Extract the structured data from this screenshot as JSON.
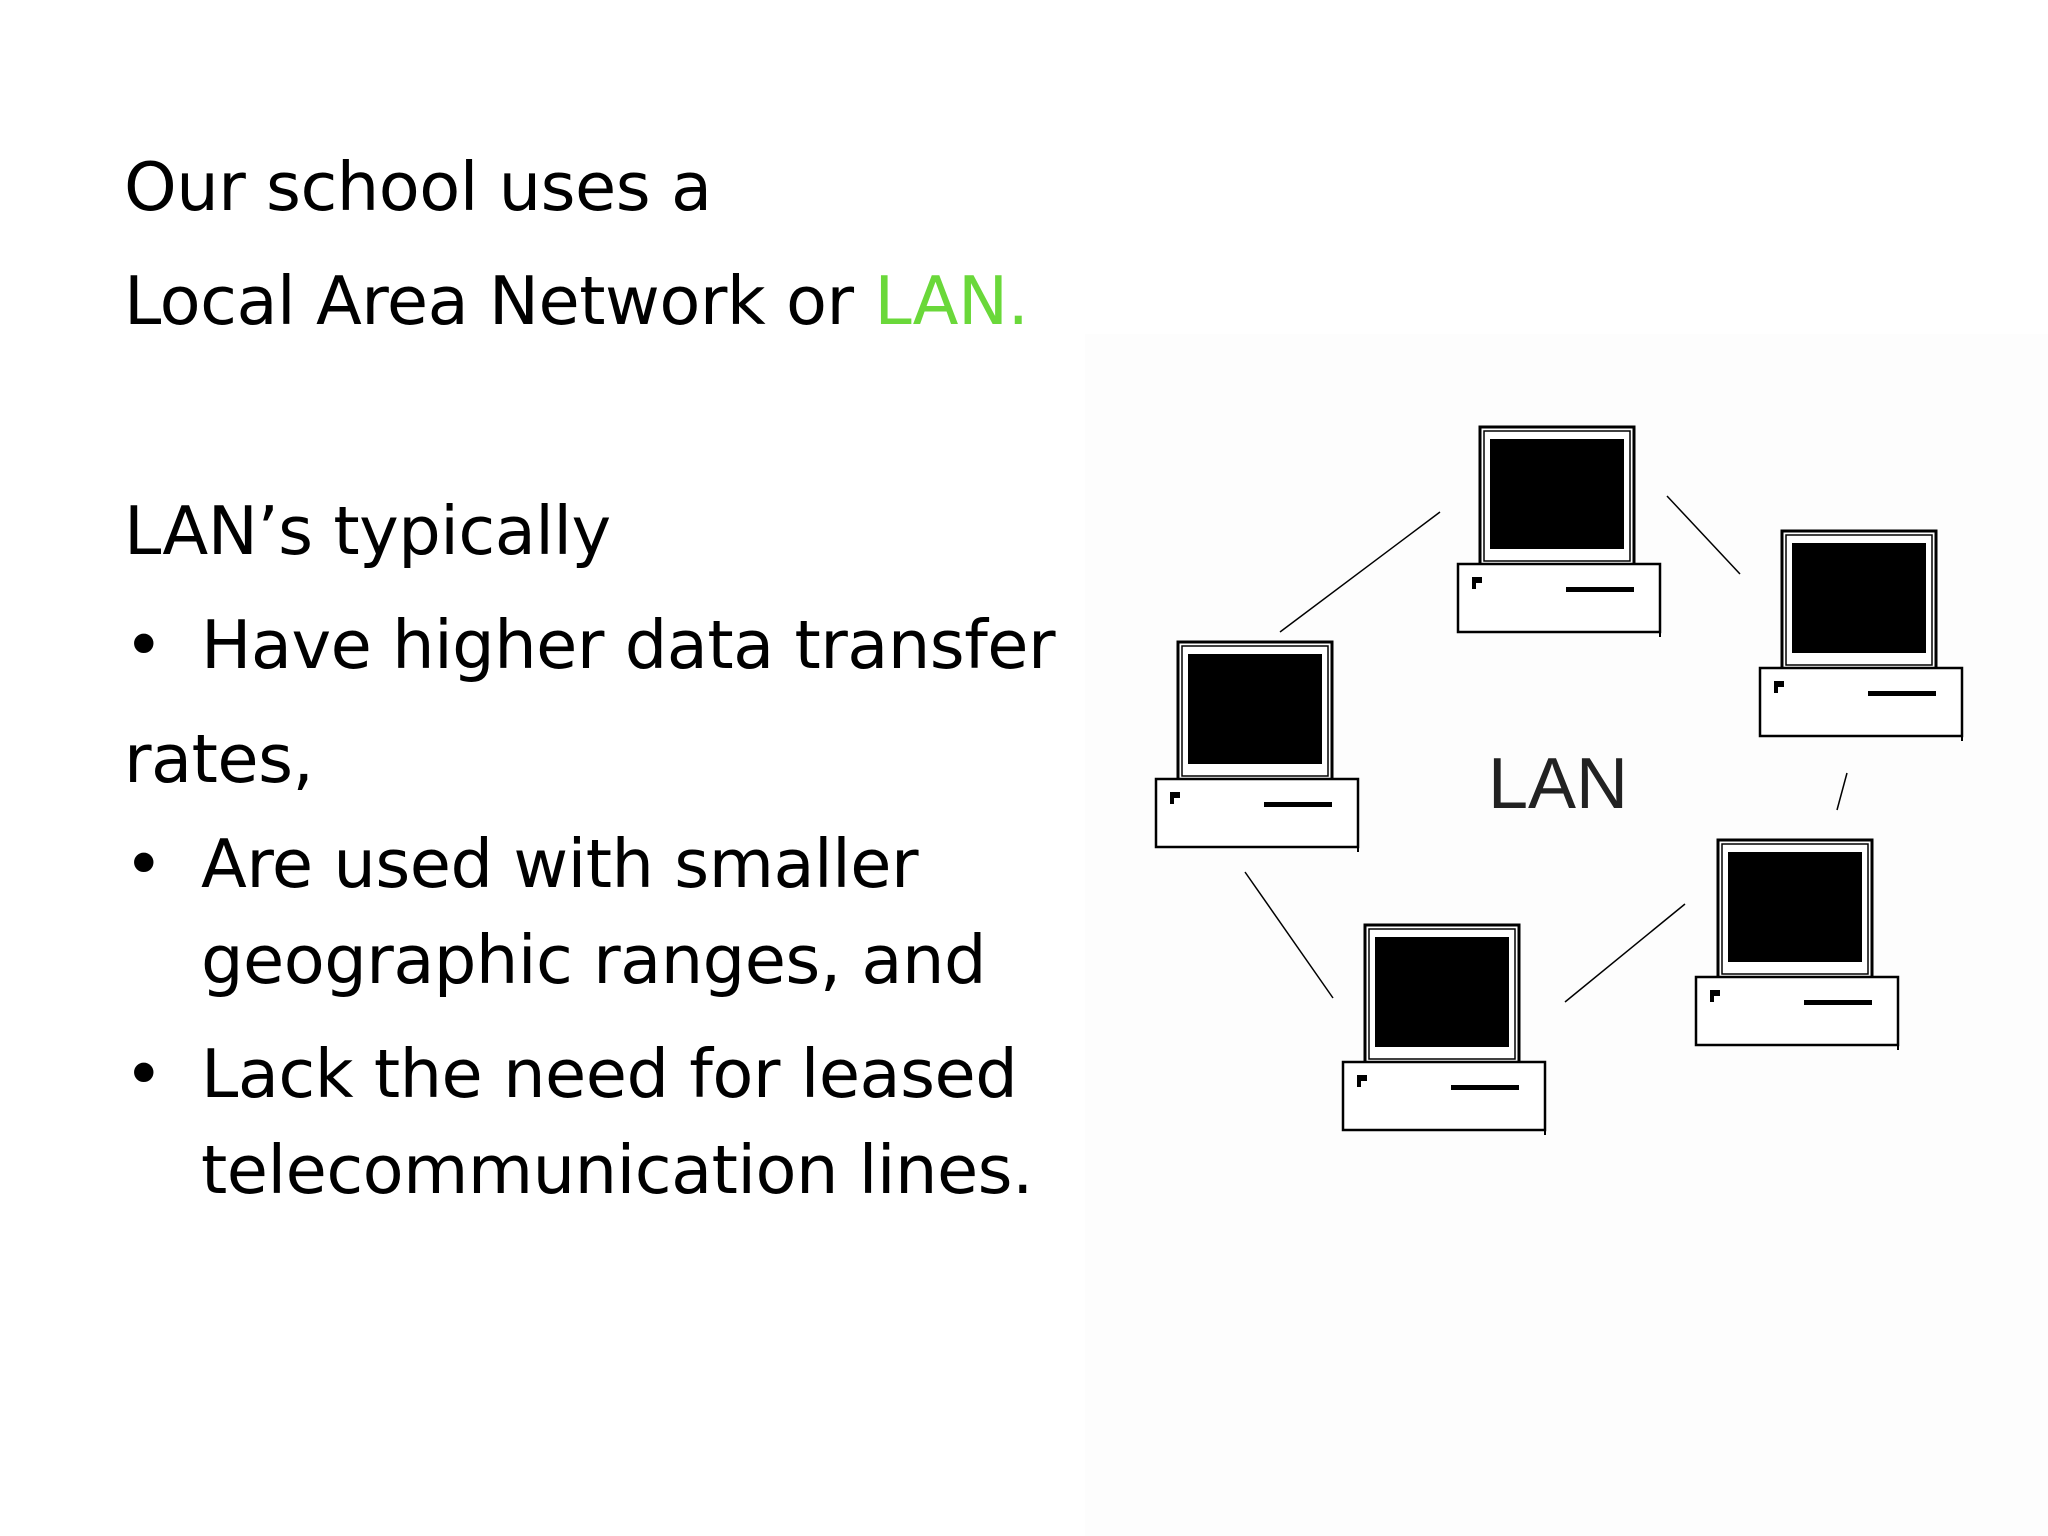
{
  "slide": {
    "intro_line1": "Our school uses a",
    "intro_line2_prefix": "Local Area Network or ",
    "intro_line2_accent": "LAN.",
    "list_heading": "LAN’s typically",
    "bullet_char": "•",
    "bullets": [
      {
        "lines": [
          "Have higher data transfer"
        ],
        "continuation": "rates,"
      },
      {
        "lines": [
          "Are used with smaller",
          "geographic ranges, and"
        ]
      },
      {
        "lines": [
          "Lack the need for leased",
          "telecommunication lines."
        ]
      }
    ]
  },
  "diagram": {
    "center_label": "LAN",
    "node_count": 5,
    "icon": "desktop-computer-icon",
    "colors": {
      "accent": "#6ad83a",
      "screen": "#000000",
      "line": "#000000"
    }
  }
}
